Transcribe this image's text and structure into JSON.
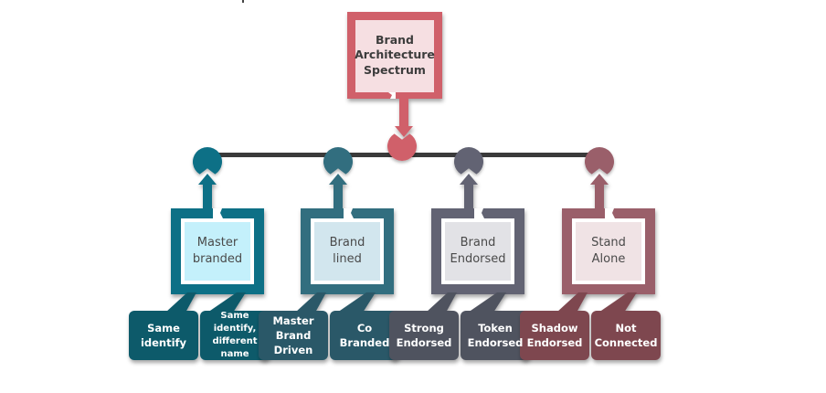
{
  "title": "Brand Architecture Spectrum",
  "root": {
    "label_lines": [
      "Brand",
      "Architecture",
      "Spectrum"
    ],
    "frame_color": "#d0606a",
    "fill_color": "#f6dfe2"
  },
  "timeline": {
    "color": "#3a3a3a"
  },
  "categories": [
    {
      "label_lines": [
        "Master",
        "branded"
      ],
      "frame_color": "#0e6f86",
      "fill_color": "#c4f0fb",
      "sub_color": "#0b5a6b",
      "children": [
        {
          "label_lines": [
            "Same",
            "identify"
          ]
        },
        {
          "label_lines": [
            "Same identify,",
            "different name"
          ]
        }
      ]
    },
    {
      "label_lines": [
        "Brand",
        "lined"
      ],
      "frame_color": "#316e7f",
      "fill_color": "#d2e6ee",
      "sub_color": "#2a5967",
      "children": [
        {
          "label_lines": [
            "Master",
            "Brand Driven"
          ]
        },
        {
          "label_lines": [
            "Co",
            "Branded"
          ]
        }
      ]
    },
    {
      "label_lines": [
        "Brand",
        "Endorsed"
      ],
      "frame_color": "#626473",
      "fill_color": "#e2e2e6",
      "sub_color": "#50525f",
      "children": [
        {
          "label_lines": [
            "Strong",
            "Endorsed"
          ]
        },
        {
          "label_lines": [
            "Token",
            "Endorsed"
          ]
        }
      ]
    },
    {
      "label_lines": [
        "Stand",
        "Alone"
      ],
      "frame_color": "#9a5f6a",
      "fill_color": "#f0e3e5",
      "sub_color": "#7e4750",
      "children": [
        {
          "label_lines": [
            "Shadow",
            "Endorsed"
          ]
        },
        {
          "label_lines": [
            "Not",
            "Connected"
          ]
        }
      ]
    }
  ]
}
